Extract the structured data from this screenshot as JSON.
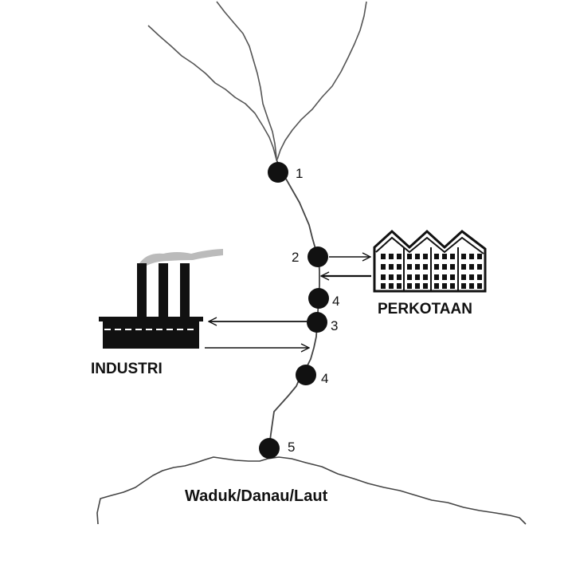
{
  "labels": {
    "city": "PERKOTAAN",
    "industry": "INDUSTRI",
    "water_body": "Waduk/Danau/Laut"
  },
  "stations": [
    {
      "label": "1"
    },
    {
      "label": "2"
    },
    {
      "label": "4"
    },
    {
      "label": "3"
    },
    {
      "label": "4"
    },
    {
      "label": "5"
    }
  ],
  "icons": {
    "city": "city-buildings-icon",
    "industry": "factory-icon"
  },
  "colors": {
    "ink": "#111111",
    "river": "#444444",
    "smoke": "#bbbbbb",
    "background": "#ffffff"
  }
}
